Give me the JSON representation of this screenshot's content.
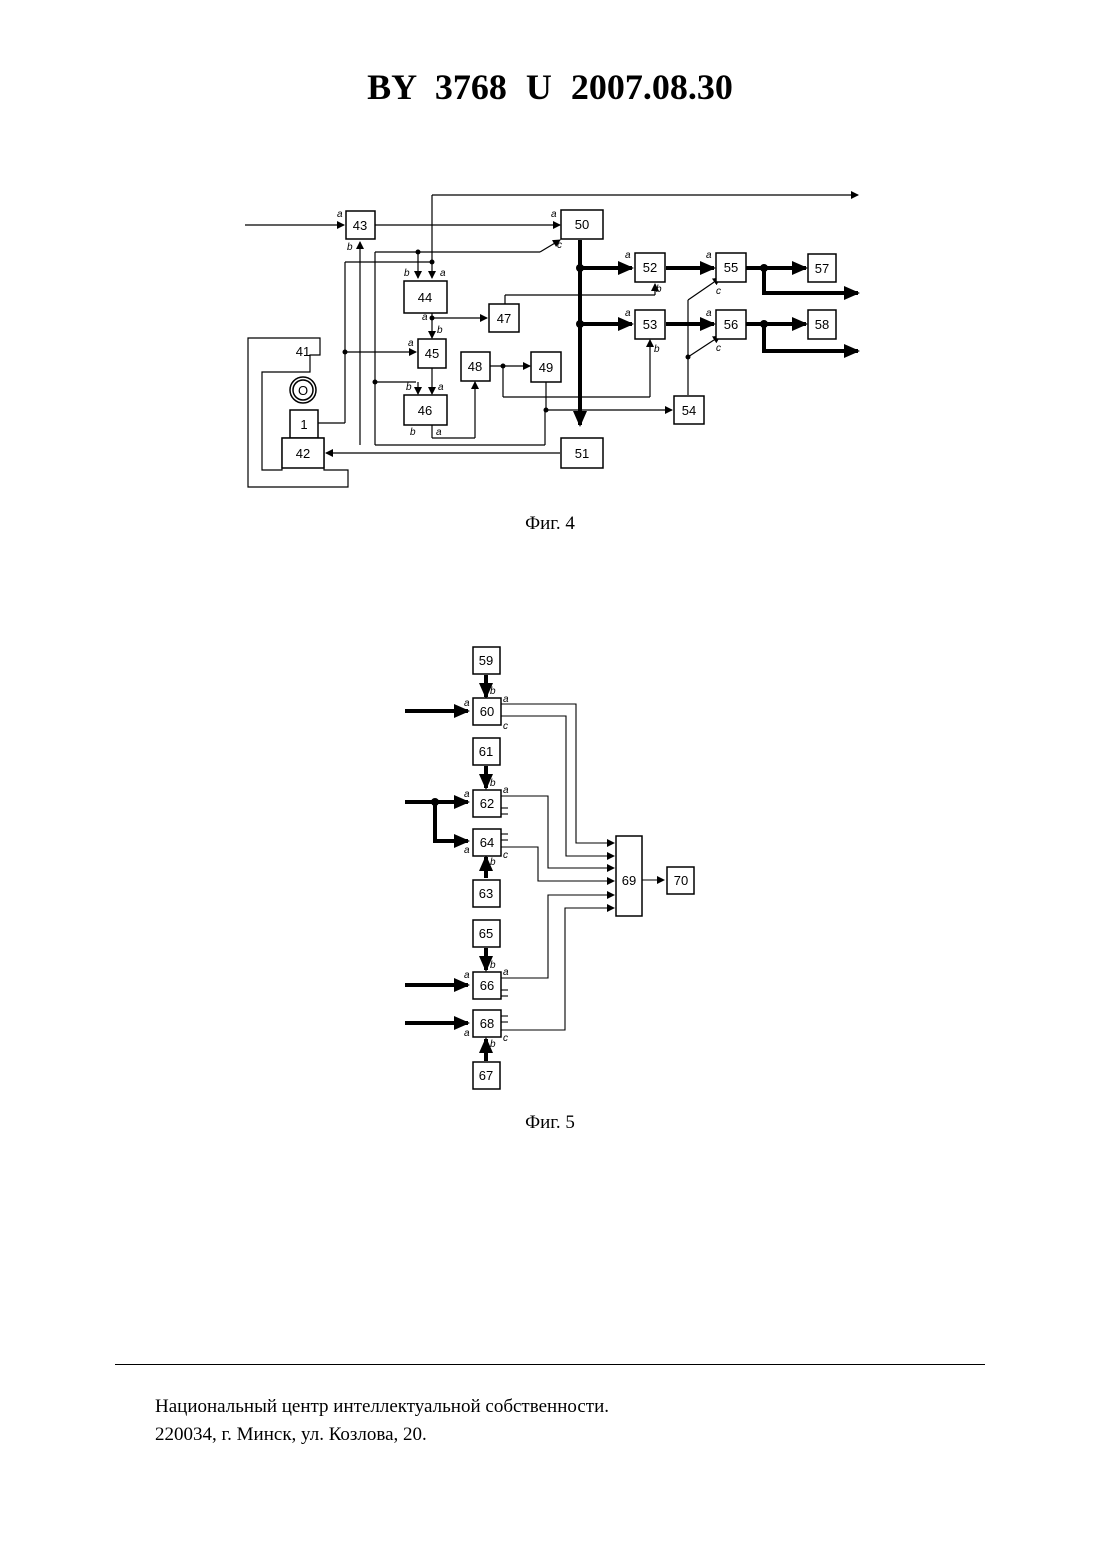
{
  "header": {
    "doc_id": "BY  3768  U  2007.08.30"
  },
  "fig4": {
    "caption": "Фиг. 4",
    "blocks": {
      "b1": "1",
      "b41": "41",
      "b42": "42",
      "b43": "43",
      "b44": "44",
      "b45": "45",
      "b46": "46",
      "b47": "47",
      "b48": "48",
      "b49": "49",
      "b50": "50",
      "b51": "51",
      "b52": "52",
      "b53": "53",
      "b54": "54",
      "b55": "55",
      "b56": "56",
      "b57": "57",
      "b58": "58",
      "motor": "O"
    },
    "ports": {
      "a": "a",
      "b": "b",
      "c": "c"
    }
  },
  "fig5": {
    "caption": "Фиг. 5",
    "blocks": {
      "b59": "59",
      "b60": "60",
      "b61": "61",
      "b62": "62",
      "b63": "63",
      "b64": "64",
      "b65": "65",
      "b66": "66",
      "b67": "67",
      "b68": "68",
      "b69": "69",
      "b70": "70"
    },
    "ports": {
      "a": "a",
      "b": "b",
      "c": "c"
    }
  },
  "footer": {
    "line1": "Национальный центр интеллектуальной собственности.",
    "line2": "220034, г. Минск, ул. Козлова, 20."
  }
}
